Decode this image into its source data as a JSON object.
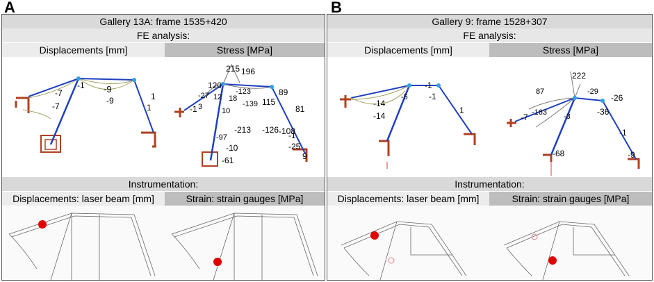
{
  "panels": [
    {
      "letter": "A",
      "title": "Gallery 13A: frame 1535+420",
      "analysis_label": "FE analysis:",
      "displacements_label": "Displacements  [mm]",
      "stress_label": "Stress [MPa]",
      "displacement_values": [
        "-7",
        "-7",
        "-1",
        "-9",
        "-9",
        "1",
        "1"
      ],
      "stress_values": [
        "215",
        "196",
        "120",
        "-27",
        "12",
        "10",
        "18",
        "-123",
        "-139",
        "115",
        "89",
        "81",
        "-213",
        "-126",
        "-108",
        "-97",
        "-10",
        "-1",
        "-25",
        "-61",
        "9",
        "-1",
        "3"
      ],
      "instrumentation_label": "Instrumentation:",
      "laser_label": "Displacements: laser beam [mm]",
      "strain_label": "Strain: strain gauges [MPa]"
    },
    {
      "letter": "B",
      "title": "Gallery 9: frame 1528+307",
      "analysis_label": "FE analysis:",
      "displacements_label": "Displacements [mm]",
      "stress_label": "Stress [MPa]",
      "displacement_values": [
        "-1",
        "-14",
        "-14",
        "-5",
        "-1",
        "1"
      ],
      "stress_values": [
        "222",
        "87",
        "-29",
        "-26",
        "-163",
        "-3",
        "-36",
        "-68",
        "-1",
        "-9",
        "-7"
      ],
      "instrumentation_label": "Instrumentation:",
      "laser_label": "Displacements: laser beam  [mm]",
      "strain_label": "Strain: strain gauges [MPa]"
    }
  ]
}
